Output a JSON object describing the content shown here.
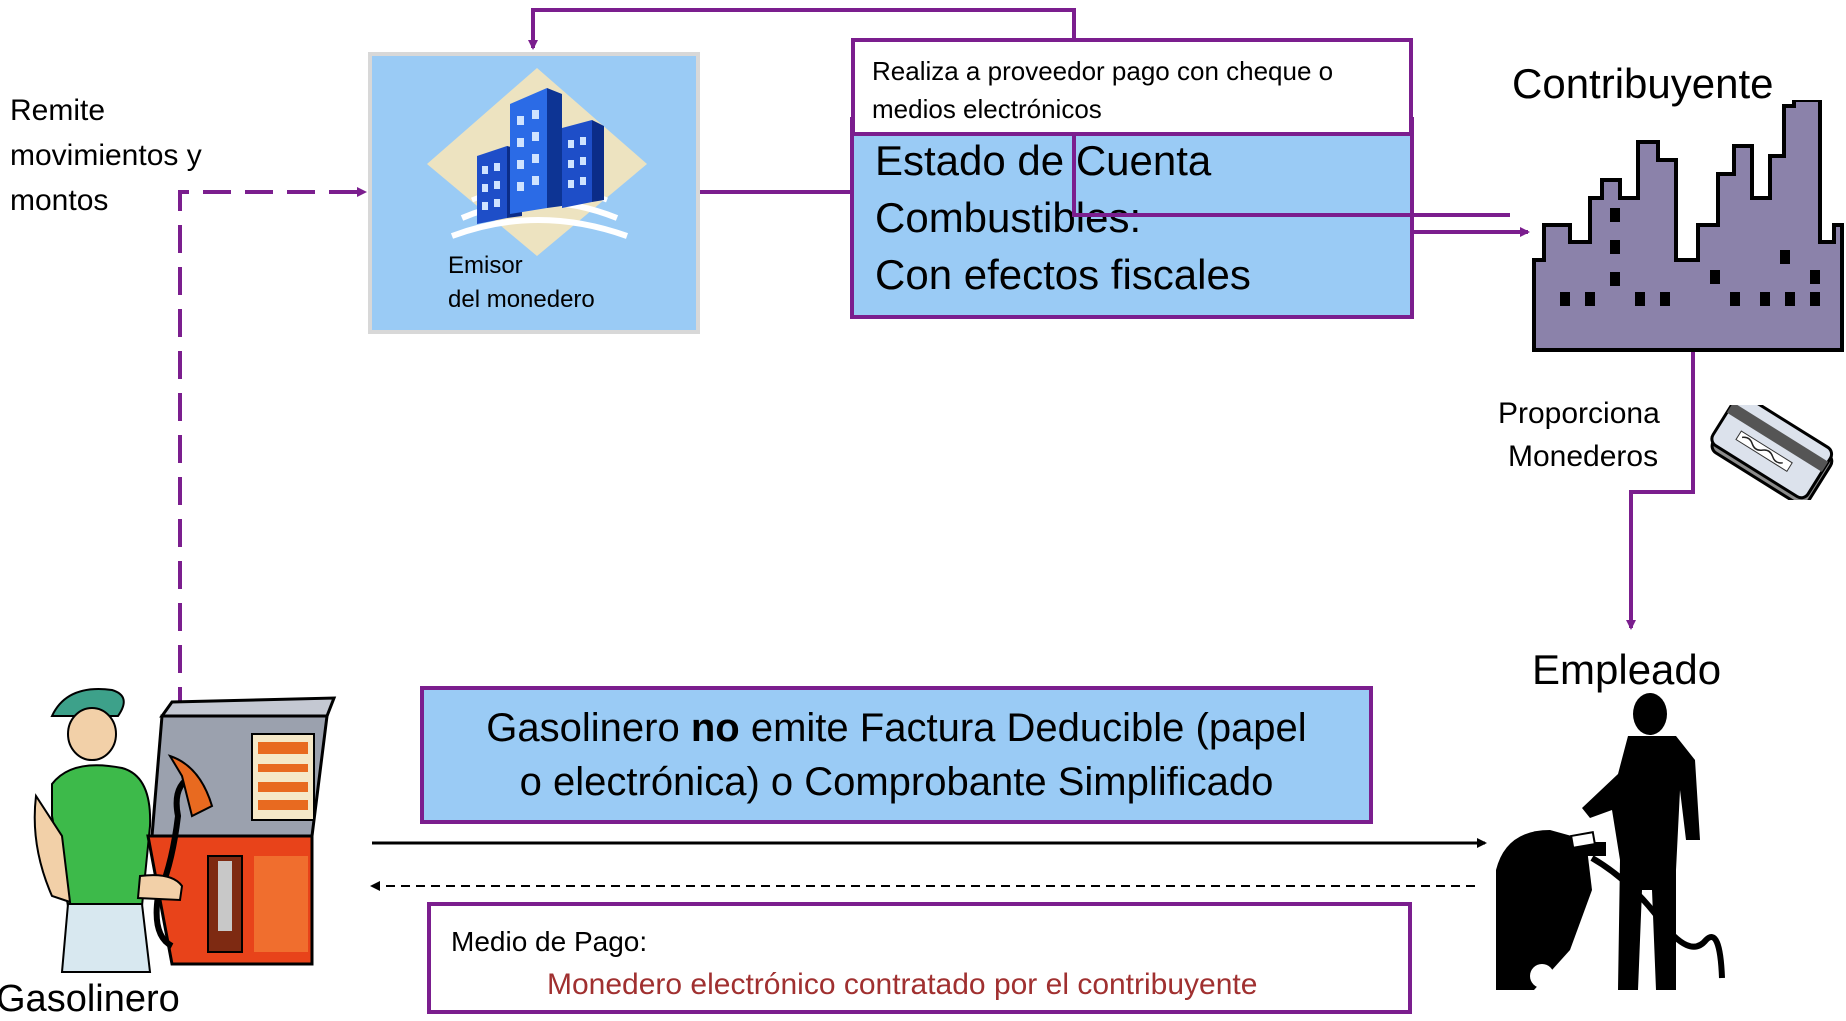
{
  "colors": {
    "purple": "#7B1E8E",
    "light_blue": "#9ACBF5",
    "dark_red": "#A03030",
    "factory": "#8B82AA",
    "black": "#000000"
  },
  "emisor": {
    "line1": "Emisor",
    "line2": "del monedero"
  },
  "remite": {
    "line1": "Remite",
    "line2": "movimientos y",
    "line3": "montos"
  },
  "realiza_box": {
    "line1": "Realiza a proveedor pago con cheque o",
    "line2": "medios electrónicos"
  },
  "estado_box": {
    "line1": "Estado de Cuenta",
    "line2": "Combustibles:",
    "line3": "Con efectos fiscales"
  },
  "contribuyente": {
    "label": "Contribuyente"
  },
  "proporciona": {
    "line1": "Proporciona",
    "line2": "Monederos"
  },
  "empleado": {
    "label": "Empleado"
  },
  "gasolinero": {
    "label": "Gasolinero"
  },
  "factura_box": {
    "part1": "Gasolinero ",
    "bold": "no",
    "part2": " emite Factura Deducible (papel",
    "line2": "o electrónica) o Comprobante Simplificado"
  },
  "medio_box": {
    "line1": "Medio de Pago:",
    "line2": "Monedero electrónico contratado por el contribuyente"
  },
  "icons": [
    "building-icon",
    "factory-icon",
    "card-icon",
    "employee-silhouette-icon",
    "gas-pump-attendant-icon"
  ]
}
